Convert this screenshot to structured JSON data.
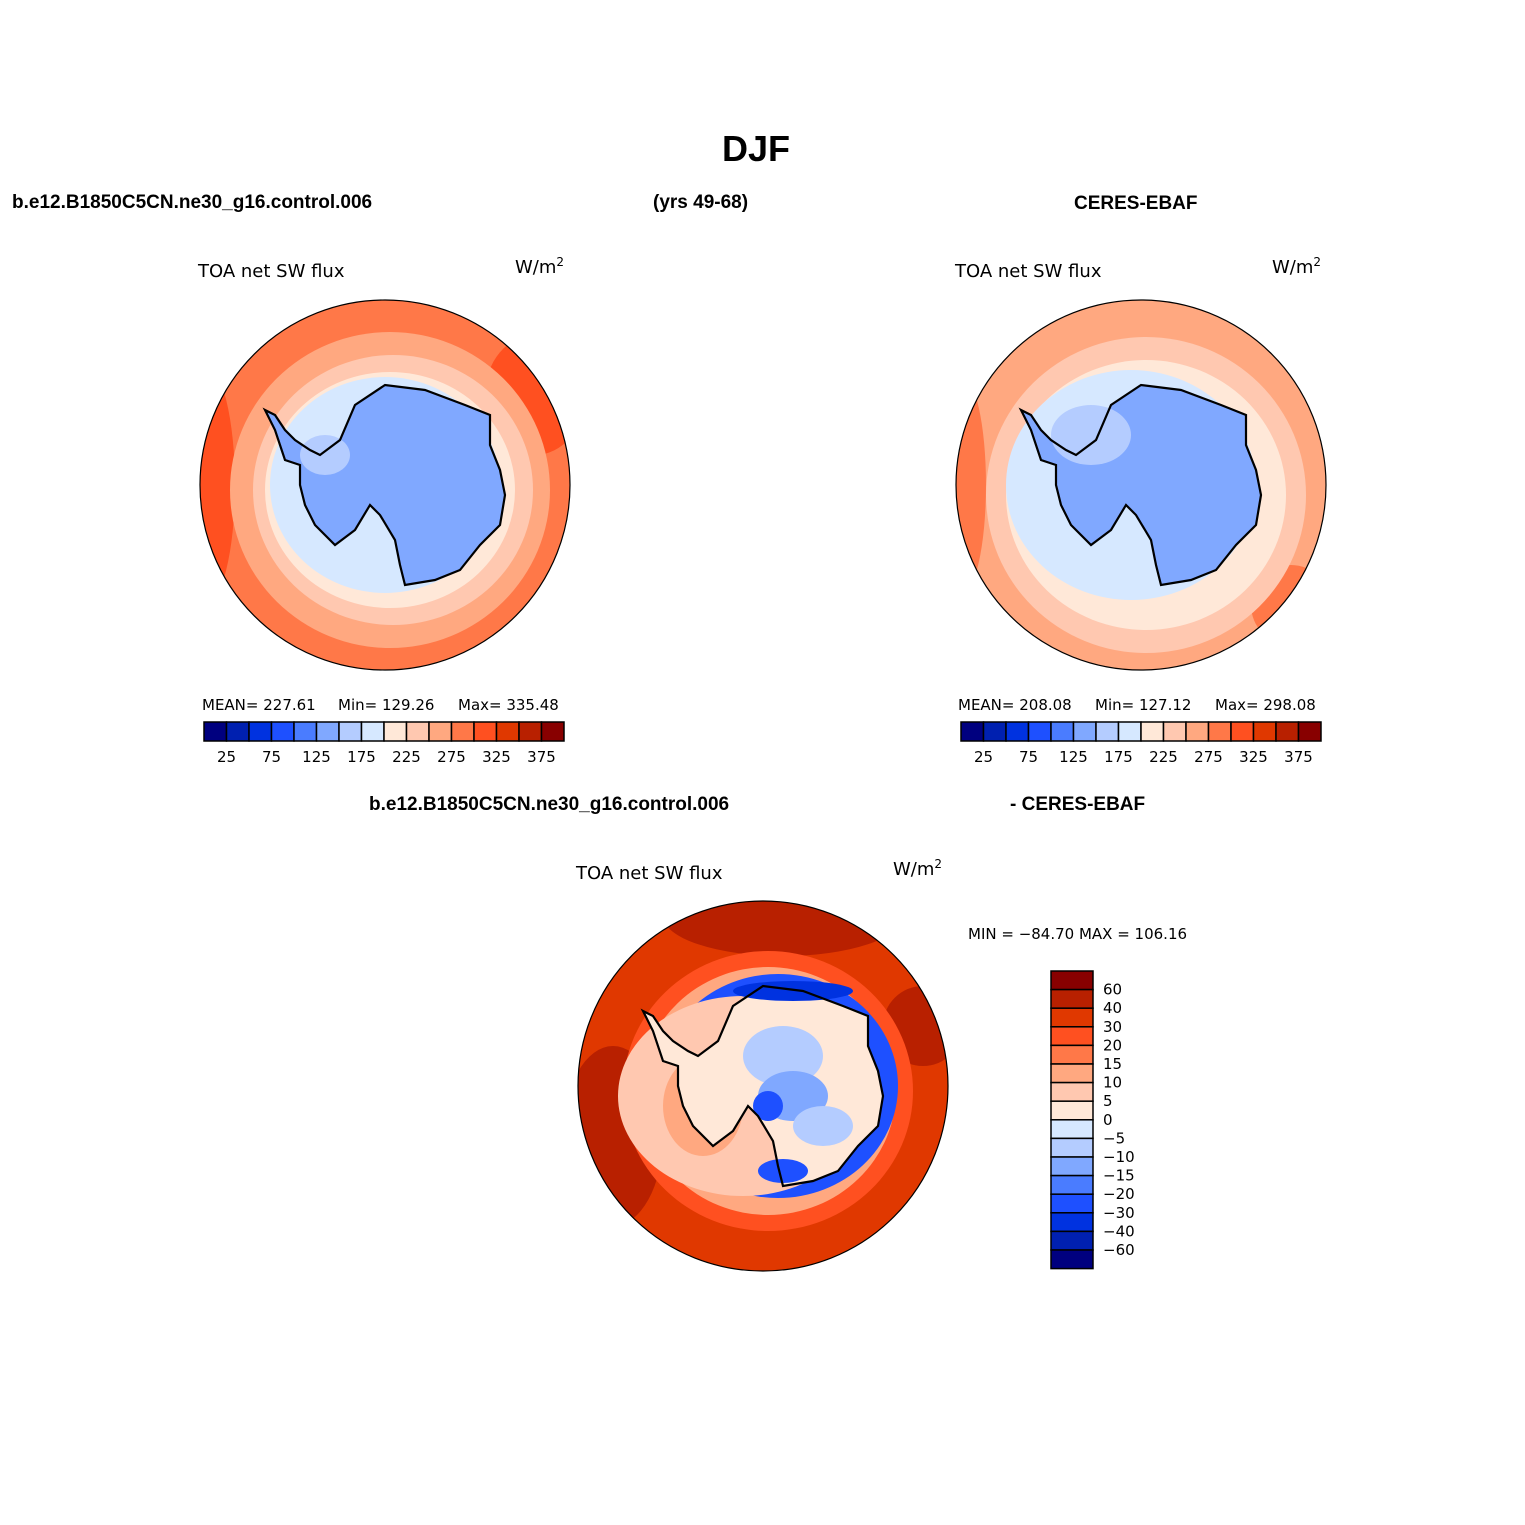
{
  "title": "DJF",
  "header": {
    "model_case": "b.e12.B1850C5CN.ne30_g16.control.006",
    "years": "(yrs 49-68)",
    "obs": "CERES-EBAF",
    "diff_case": "b.e12.B1850C5CN.ne30_g16.control.006",
    "diff_obs": "- CERES-EBAF"
  },
  "panels": [
    {
      "variable": "TOA net SW flux",
      "units": "W/m",
      "units_sup": "2",
      "mean_text": "MEAN= 227.61",
      "min_text": "Min= 129.26",
      "max_text": "Max= 335.48",
      "mean": 227.61,
      "min": 129.26,
      "max": 335.48
    },
    {
      "variable": "TOA net SW flux",
      "units": "W/m",
      "units_sup": "2",
      "mean_text": "MEAN= 208.08",
      "min_text": "Min= 127.12",
      "max_text": "Max= 298.08",
      "mean": 208.08,
      "min": 127.12,
      "max": 298.08
    },
    {
      "variable": "TOA net SW flux",
      "units": "W/m",
      "units_sup": "2",
      "minmax_text": "MIN = −84.70 MAX = 106.16",
      "min": -84.7,
      "max": 106.16
    }
  ],
  "colorbar_main": {
    "levels": [
      25,
      50,
      75,
      100,
      125,
      150,
      175,
      200,
      225,
      250,
      275,
      300,
      325,
      350,
      375
    ],
    "labels": [
      "25",
      "75",
      "125",
      "175",
      "225",
      "275",
      "325",
      "375"
    ]
  },
  "colorbar_diff": {
    "levels": [
      60,
      40,
      30,
      20,
      15,
      10,
      5,
      0,
      -5,
      -10,
      -15,
      -20,
      -30,
      -40,
      -60
    ],
    "labels": [
      "60",
      "40",
      "30",
      "20",
      "15",
      "10",
      "5",
      "0",
      "−5",
      "−10",
      "−15",
      "−20",
      "−30",
      "−40",
      "−60"
    ]
  },
  "colors": [
    "#00007f",
    "#0020b0",
    "#0032e0",
    "#1e50ff",
    "#4a7cff",
    "#80a8ff",
    "#b4ccff",
    "#d6e8ff",
    "#ffe8d8",
    "#ffc8b0",
    "#ffa880",
    "#ff7848",
    "#ff5020",
    "#e03800",
    "#b82000",
    "#880000"
  ]
}
